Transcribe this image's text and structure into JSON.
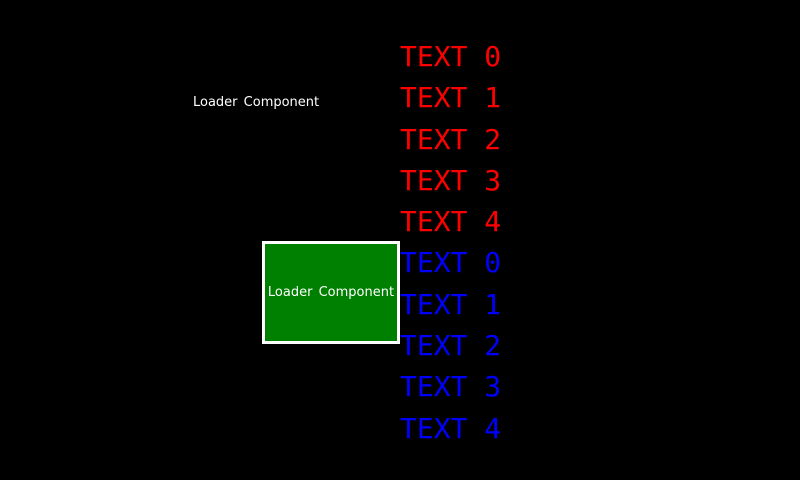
{
  "loader_label": "Loader Component",
  "loader_box": {
    "label": "Loader Component",
    "fill_color": "#008000",
    "border_color": "#ffffff"
  },
  "list": {
    "red_color": "#ff0000",
    "blue_color": "#0000ff",
    "items": [
      {
        "text": "TEXT 0",
        "color": "#ff0000"
      },
      {
        "text": "TEXT 1",
        "color": "#ff0000"
      },
      {
        "text": "TEXT 2",
        "color": "#ff0000"
      },
      {
        "text": "TEXT 3",
        "color": "#ff0000"
      },
      {
        "text": "TEXT 4",
        "color": "#ff0000"
      },
      {
        "text": "TEXT 0",
        "color": "#0000ff"
      },
      {
        "text": "TEXT 1",
        "color": "#0000ff"
      },
      {
        "text": "TEXT 2",
        "color": "#0000ff"
      },
      {
        "text": "TEXT 3",
        "color": "#0000ff"
      },
      {
        "text": "TEXT 4",
        "color": "#0000ff"
      }
    ]
  }
}
